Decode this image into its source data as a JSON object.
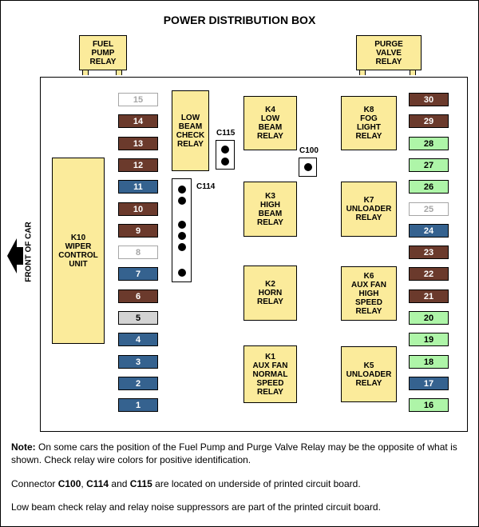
{
  "title": "POWER DISTRIBUTION BOX",
  "front_label": "FRONT OF CAR",
  "relays": {
    "fuel_pump": "FUEL\nPUMP\nRELAY",
    "purge_valve": "PURGE\nVALVE\nRELAY",
    "k10": "K10\nWIPER\nCONTROL\nUNIT",
    "low_beam_check": "LOW\nBEAM\nCHECK\nRELAY",
    "k4": "K4\nLOW\nBEAM\nRELAY",
    "k3": "K3\nHIGH\nBEAM\nRELAY",
    "k2": "K2\nHORN\nRELAY",
    "k1": "K1\nAUX FAN\nNORMAL\nSPEED\nRELAY",
    "k8": "K8\nFOG\nLIGHT\nRELAY",
    "k7": "K7\nUNLOADER\nRELAY",
    "k6": "K6\nAUX FAN\nHIGH\nSPEED\nRELAY",
    "k5": "K5\nUNLOADER\nRELAY"
  },
  "connectors": {
    "c115": "C115",
    "c100": "C100",
    "c114": "C114"
  },
  "fuses_left": [
    {
      "label": "15",
      "color": "white"
    },
    {
      "label": "14",
      "color": "brown"
    },
    {
      "label": "13",
      "color": "brown"
    },
    {
      "label": "12",
      "color": "brown"
    },
    {
      "label": "11",
      "color": "blue"
    },
    {
      "label": "10",
      "color": "brown"
    },
    {
      "label": "9",
      "color": "brown"
    },
    {
      "label": "8",
      "color": "white"
    },
    {
      "label": "7",
      "color": "blue"
    },
    {
      "label": "6",
      "color": "brown"
    },
    {
      "label": "5",
      "color": "gray"
    },
    {
      "label": "4",
      "color": "blue"
    },
    {
      "label": "3",
      "color": "blue"
    },
    {
      "label": "2",
      "color": "blue"
    },
    {
      "label": "1",
      "color": "blue"
    }
  ],
  "fuses_right": [
    {
      "label": "30",
      "color": "brown"
    },
    {
      "label": "29",
      "color": "brown"
    },
    {
      "label": "28",
      "color": "green"
    },
    {
      "label": "27",
      "color": "green"
    },
    {
      "label": "26",
      "color": "green"
    },
    {
      "label": "25",
      "color": "white"
    },
    {
      "label": "24",
      "color": "blue"
    },
    {
      "label": "23",
      "color": "brown"
    },
    {
      "label": "22",
      "color": "brown"
    },
    {
      "label": "21",
      "color": "brown"
    },
    {
      "label": "20",
      "color": "green"
    },
    {
      "label": "19",
      "color": "green"
    },
    {
      "label": "18",
      "color": "green"
    },
    {
      "label": "17",
      "color": "blue"
    },
    {
      "label": "16",
      "color": "green"
    }
  ],
  "colors": {
    "brown": "#6b3a2c",
    "blue": "#35628f",
    "green": "#aef5a8",
    "gray": "#d3d3d3",
    "relay": "#fbeb9b"
  },
  "notes": {
    "note_label": "Note:",
    "note_text": " On some cars the position of the Fuel Pump and Purge Valve Relay may be the opposite of what is shown. Check relay wire colors for positive identification.",
    "conn_prefix": "Connector ",
    "conn_c100": "C100",
    "conn_sep1": ", ",
    "conn_c114": "C114",
    "conn_sep2": " and ",
    "conn_c115": "C115",
    "conn_suffix": " are located on underside of printed circuit board.",
    "suppressor_text": "Low beam check relay and relay noise suppressors are part of the printed circuit board."
  }
}
